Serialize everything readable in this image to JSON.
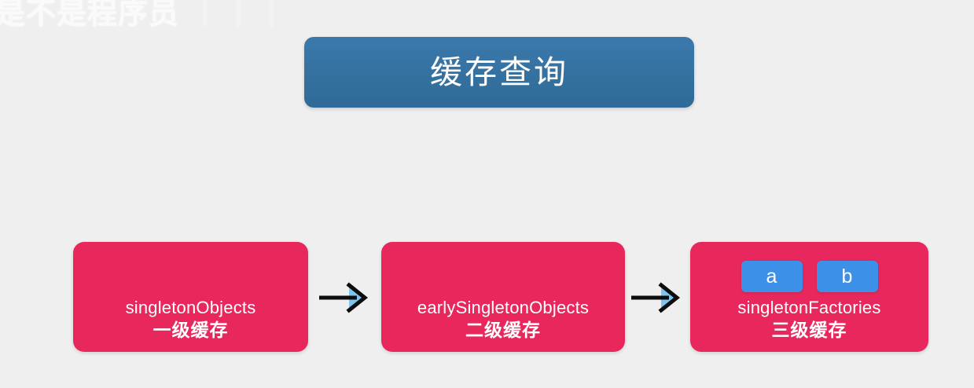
{
  "background_color": "#f0efef",
  "watermark": {
    "text": "是不是程序员",
    "trailing_text": "丨丨丨"
  },
  "title": {
    "label": "缓存查询",
    "background_color": "#35719f",
    "text_color": "#ffffff"
  },
  "diagram": {
    "type": "flow",
    "box_color": "#e8285c",
    "chip_color": "#3d90e8",
    "arrow_color": "#111111",
    "arrow_accent_color": "#7ec4ef",
    "boxes": [
      {
        "name": "singletonObjects",
        "level": "一级缓存",
        "chips": []
      },
      {
        "name": "earlySingletonObjects",
        "level": "二级缓存",
        "chips": []
      },
      {
        "name": "singletonFactories",
        "level": "三级缓存",
        "chips": [
          "a",
          "b"
        ]
      }
    ],
    "arrows": [
      {
        "from": "singletonObjects",
        "to": "earlySingletonObjects",
        "direction": "right"
      },
      {
        "from": "earlySingletonObjects",
        "to": "singletonFactories",
        "direction": "right"
      }
    ]
  }
}
